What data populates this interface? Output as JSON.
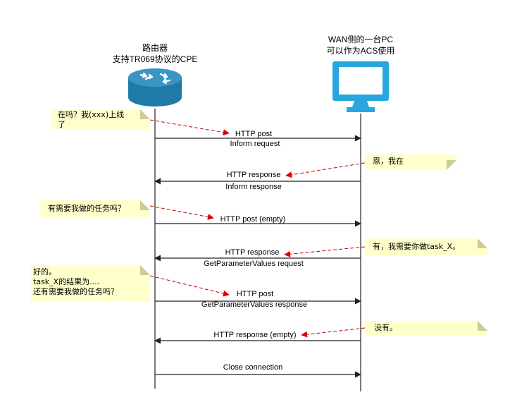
{
  "actors": {
    "router": {
      "line1": "路由器",
      "line2": "支持TR069协议的CPE",
      "icon": "router-icon"
    },
    "pc": {
      "line1": "WAN侧的一台PC",
      "line2": "可以作为ACS使用",
      "icon": "monitor-icon"
    }
  },
  "messages": [
    {
      "top": "HTTP post",
      "bottom": "Inform request",
      "direction": "right"
    },
    {
      "top": "HTTP response",
      "bottom": "Inform response",
      "direction": "left"
    },
    {
      "top": "HTTP post (empty)",
      "bottom": "",
      "direction": "right"
    },
    {
      "top": "HTTP response",
      "bottom": "GetParameterValues request",
      "direction": "left"
    },
    {
      "top": "HTTP post",
      "bottom": "GetParameterValues response",
      "direction": "right"
    },
    {
      "top": "HTTP response (empty)",
      "bottom": "",
      "direction": "left"
    },
    {
      "top": "",
      "bottom": "Close connection",
      "direction": "right"
    }
  ],
  "notes": [
    {
      "text": "在吗？我(xxx)上线\n了",
      "side": "left"
    },
    {
      "text": "恩，我在",
      "side": "right"
    },
    {
      "text": "有需要我做的任务吗？",
      "side": "left"
    },
    {
      "text": "有，我需要你做task_X。",
      "side": "right"
    },
    {
      "text": "好的。\ntask_X的结果为....\n还有需要我做的任务吗？",
      "side": "left"
    },
    {
      "text": "没有。",
      "side": "right"
    }
  ],
  "colors": {
    "line": "#222222",
    "note_fill": "#ffffcc",
    "note_fold": "#cccc99",
    "connector": "#cc0000",
    "router_body": "#1f7aa8",
    "router_top": "#3b95c4",
    "monitor": "#29a6e0"
  }
}
